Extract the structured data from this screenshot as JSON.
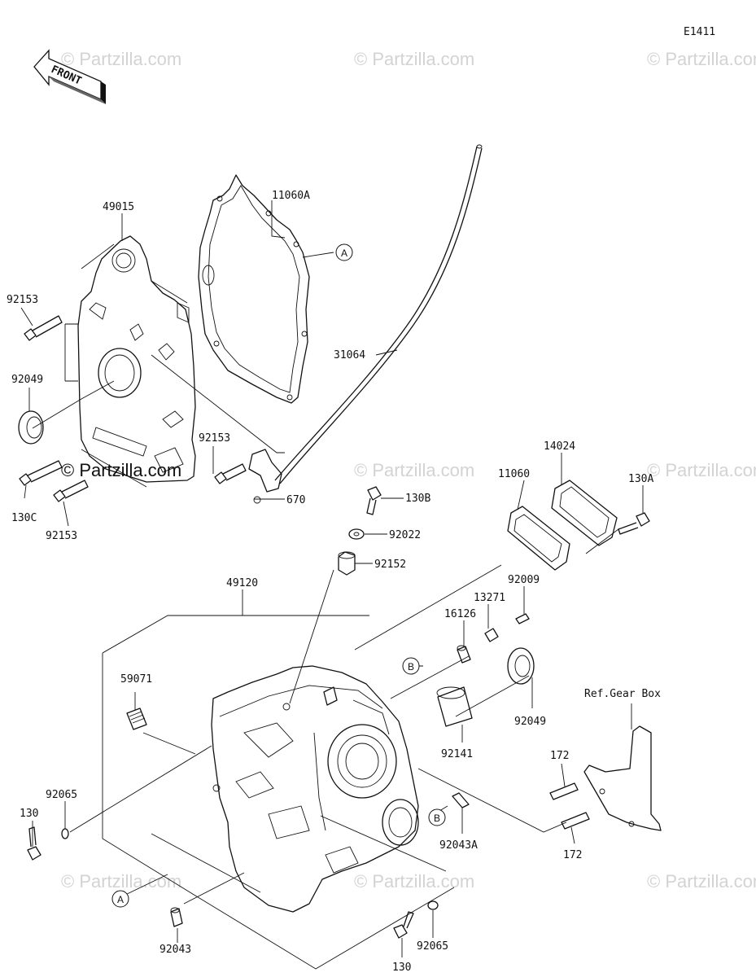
{
  "diagram_id": "E1411",
  "front_arrow_label": "FRONT",
  "watermark": "© Partzilla.com",
  "ref_markers": {
    "a": "A",
    "b": "B"
  },
  "part_labels": {
    "p49015": "49015",
    "p11060A": "11060A",
    "p31064": "31064",
    "p92153_top": "92153",
    "p92049_left": "92049",
    "p92153_mid": "92153",
    "p130C": "130C",
    "p92153_bot": "92153",
    "p670": "670",
    "p130B": "130B",
    "p92022": "92022",
    "p92152": "92152",
    "p11060": "11060",
    "p14024": "14024",
    "p130A": "130A",
    "p49120": "49120",
    "p92009": "92009",
    "p13271": "13271",
    "p16126": "16126",
    "p59071": "59071",
    "p92049_right": "92049",
    "p92141": "92141",
    "p_ref_gear_box": "Ref.Gear Box",
    "p172_top": "172",
    "p172_bot": "172",
    "p92065_left": "92065",
    "p130_left": "130",
    "p92043A": "92043A",
    "p92043": "92043",
    "p130_bot": "130",
    "p92065_bot": "92065"
  }
}
